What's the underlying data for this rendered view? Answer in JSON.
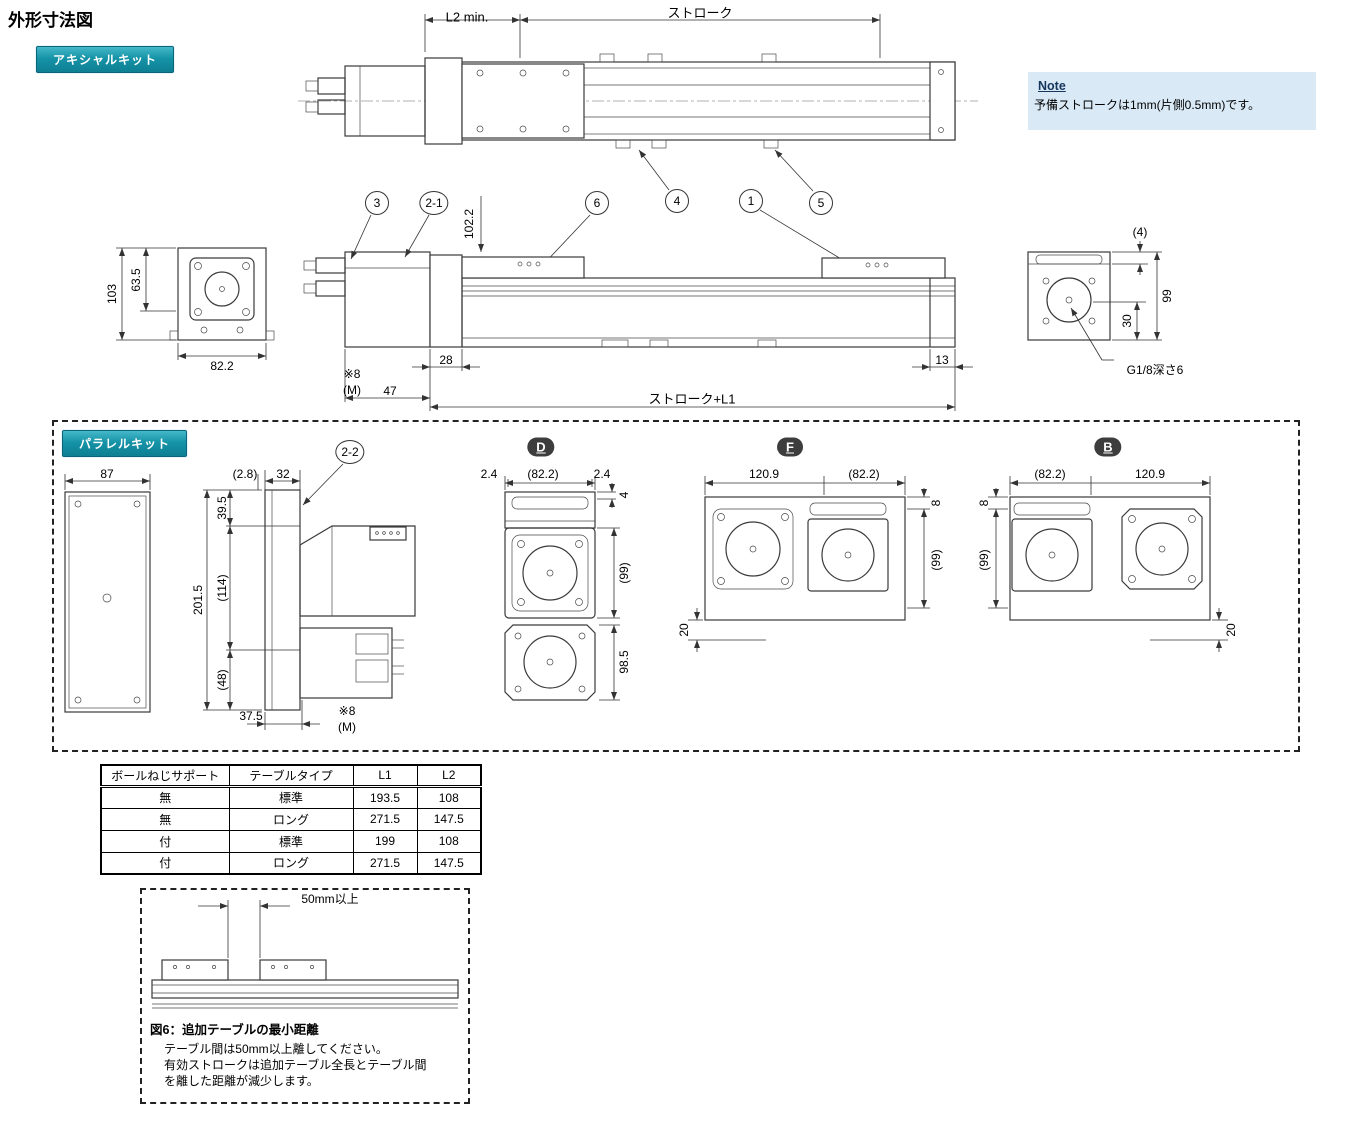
{
  "page": {
    "title": "外形寸法図"
  },
  "axial": {
    "badge": "アキシャルキット",
    "note": {
      "title": "Note",
      "body": "予備ストロークは1mm(片側0.5mm)です。"
    },
    "callouts": {
      "c3": "3",
      "c21": "2-1",
      "c6": "6",
      "c4": "4",
      "c1": "1",
      "c5": "5"
    },
    "dims": {
      "l2min": "L2 min.",
      "stroke": "ストローク",
      "h1022": "102.2",
      "h103": "103",
      "h635": "63.5",
      "w822": "82.2",
      "m8": "※8",
      "m": "(M)",
      "d47": "47",
      "d28": "28",
      "stroke_l1": "ストローク+L1",
      "d13": "13",
      "d4": "(4)",
      "d99": "99",
      "d30": "30",
      "g_port": "G1/8深さ6"
    }
  },
  "parallel": {
    "badge": "パラレルキット",
    "callout": "2-2",
    "views": {
      "d": "D",
      "f": "F",
      "b": "B"
    },
    "dims": {
      "w87": "87",
      "d28": "(2.8)",
      "d32": "32",
      "d395": "39.5",
      "d2015": "201.5",
      "d114": "(114)",
      "d48": "(48)",
      "d375": "37.5",
      "m8": "※8",
      "m": "(M)",
      "d24": "2.4",
      "w822": "(82.2)",
      "d4": "4",
      "h99": "(99)",
      "d985": "98.5",
      "w1209": "120.9",
      "d8": "8",
      "d20": "20"
    }
  },
  "table": {
    "headers": [
      "ボールねじサポート",
      "テーブルタイプ",
      "L1",
      "L2"
    ],
    "rows": [
      [
        "無",
        "標準",
        "193.5",
        "108"
      ],
      [
        "無",
        "ロング",
        "271.5",
        "147.5"
      ],
      [
        "付",
        "標準",
        "199",
        "108"
      ],
      [
        "付",
        "ロング",
        "271.5",
        "147.5"
      ]
    ]
  },
  "fig6": {
    "dim_label": "50mm以上",
    "caption": "図6：追加テーブルの最小距離",
    "lines": [
      "テーブル間は50mm以上離してください。",
      "有効ストロークは追加テーブル全長とテーブル間",
      "を離した距離が減少します。"
    ]
  }
}
